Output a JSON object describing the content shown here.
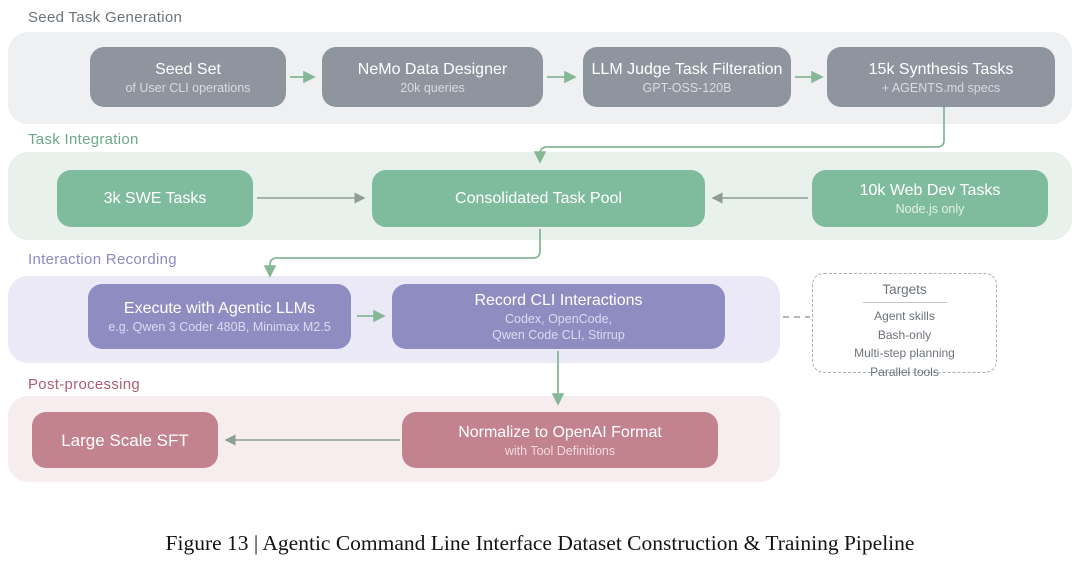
{
  "caption": {
    "text": "Figure 13 | Agentic Command Line Interface Dataset Construction & Training Pipeline"
  },
  "sections": [
    {
      "label": "Seed Task Generation",
      "theme": "gray",
      "boxes": [
        {
          "title": "Seed Set",
          "subtitle": "of User CLI operations"
        },
        {
          "title": "NeMo Data Designer",
          "subtitle": "20k queries"
        },
        {
          "title": "LLM Judge Task Filteration",
          "subtitle": "GPT-OSS-120B"
        },
        {
          "title": "15k Synthesis Tasks",
          "subtitle": "+ AGENTS.md specs"
        }
      ]
    },
    {
      "label": "Task Integration",
      "theme": "green",
      "boxes": [
        {
          "title": "3k SWE Tasks"
        },
        {
          "title": "Consolidated Task Pool"
        },
        {
          "title": "10k Web Dev Tasks",
          "subtitle": "Node.js only"
        }
      ]
    },
    {
      "label": "Interaction Recording",
      "theme": "purple",
      "boxes": [
        {
          "title": "Execute with Agentic LLMs",
          "subtitle": "e.g. Qwen 3 Coder 480B, Minimax M2.5"
        },
        {
          "title": "Record CLI Interactions",
          "subtitle": "Codex, OpenCode,",
          "subtitle2": "Qwen Code CLI, Stirrup"
        }
      ],
      "targets_panel": {
        "title": "Targets",
        "items": [
          "Agent skills",
          "Bash-only",
          "Multi-step planning",
          "Parallel tools"
        ]
      }
    },
    {
      "label": "Post-processing",
      "theme": "red",
      "boxes": [
        {
          "title": "Large Scale SFT"
        },
        {
          "title": "Normalize to OpenAI Format",
          "subtitle": "with Tool Definitions"
        }
      ]
    }
  ],
  "colors": {
    "band_gray": "#eef0f2",
    "band_green": "#e8f1ec",
    "band_purple": "#ebe9f6",
    "band_red": "#f7edef",
    "node_gray": "#8e959f",
    "node_green": "#7fbc9e",
    "node_purple": "#8f8cc1",
    "node_red": "#c2838f",
    "label_gray": "#6d737b",
    "label_green": "#6fa78b",
    "label_purple": "#8d89c5",
    "label_red": "#ae5f72",
    "arrow_green": "#86b797",
    "arrow_gray": "#8d9e95",
    "dashed_gray": "#9aa1a8"
  }
}
